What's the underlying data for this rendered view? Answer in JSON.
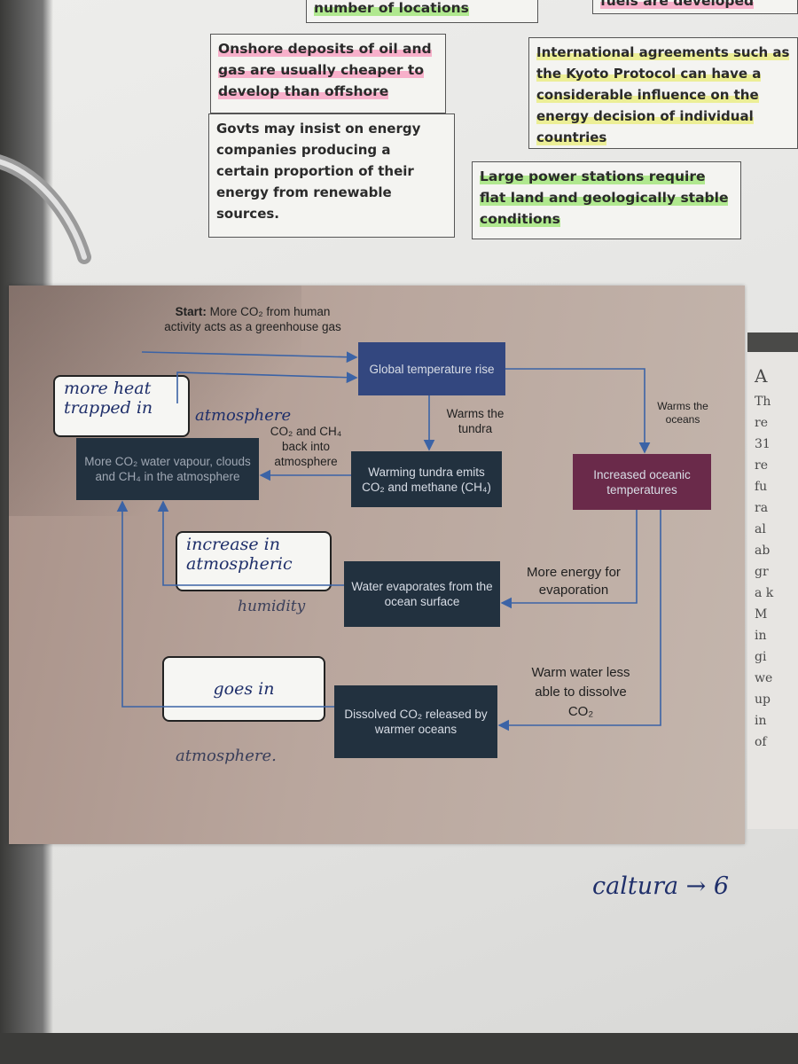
{
  "notes": {
    "top_partial_left": "number of locations",
    "top_partial_right": "fuels are developed first",
    "onshore": "Onshore deposits of oil and gas are usually cheaper to develop than offshore",
    "international": "International agreements such as the Kyoto Protocol can have a considerable influence on the energy decision of individual countries",
    "govts": "Govts may insist on energy companies producing a certain proportion of their energy from renewable sources.",
    "power_stations": "Large power stations require flat land and geologically stable conditions"
  },
  "diagram": {
    "start_bold": "Start:",
    "start_text": "More CO₂ from human activity acts as a greenhouse gas",
    "global": "Global temperature rise",
    "warms_tundra": "Warms the tundra",
    "warms_oceans": "Warms the oceans",
    "tundra_box": "Warming tundra emits CO₂ and methane (CH₄)",
    "back_into": "CO₂ and CH₄ back into atmosphere",
    "more_co2": "More CO₂ water vapour, clouds and CH₄ in the atmosphere",
    "oceanic": "Increased oceanic temperatures",
    "evaporates": "Water evaporates from the ocean surface",
    "more_energy": "More energy for evaporation",
    "dissolved": "Dissolved CO₂ released by warmer oceans",
    "warm_water": "Warm water less able to dissolve CO₂"
  },
  "handwriting": {
    "heat_box": "more heat trapped in",
    "heat_cont": "atmosphere",
    "increase_box": "increase in atmospheric",
    "increase_cont": "humidity",
    "goes_box": "goes in",
    "goes_cont": "atmosphere.",
    "bottom": "caltura → 6"
  },
  "right_page": {
    "heading": "A",
    "lines": [
      "Th",
      "re",
      "31",
      "re",
      "fu",
      "ra",
      "al",
      "ab",
      "gr",
      "a k",
      "M",
      "in",
      "gi",
      "we",
      "up",
      "in",
      "of"
    ]
  },
  "colors": {
    "box_blue": "#33477f",
    "box_navy": "#22313f",
    "box_plum": "#6a2a4a",
    "arrow": "#3b63a6"
  }
}
